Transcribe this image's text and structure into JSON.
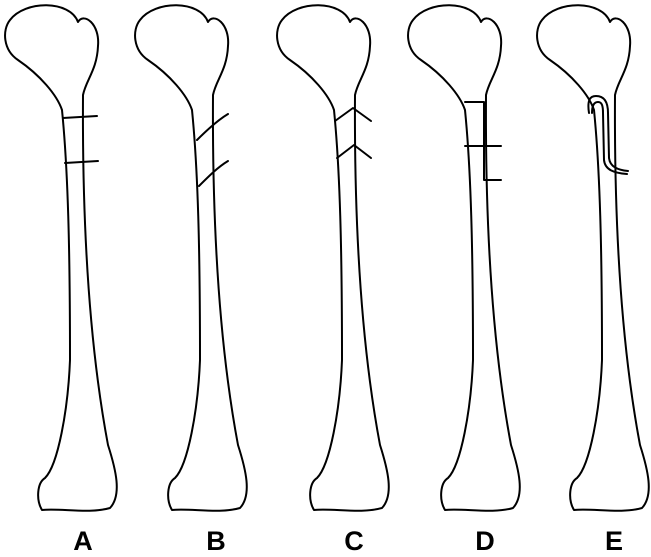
{
  "panels": [
    {
      "label": "A"
    },
    {
      "label": "B"
    },
    {
      "label": "C"
    },
    {
      "label": "D"
    },
    {
      "label": "E"
    }
  ],
  "colors": {
    "background": "#ffffff",
    "line": "#000000"
  }
}
